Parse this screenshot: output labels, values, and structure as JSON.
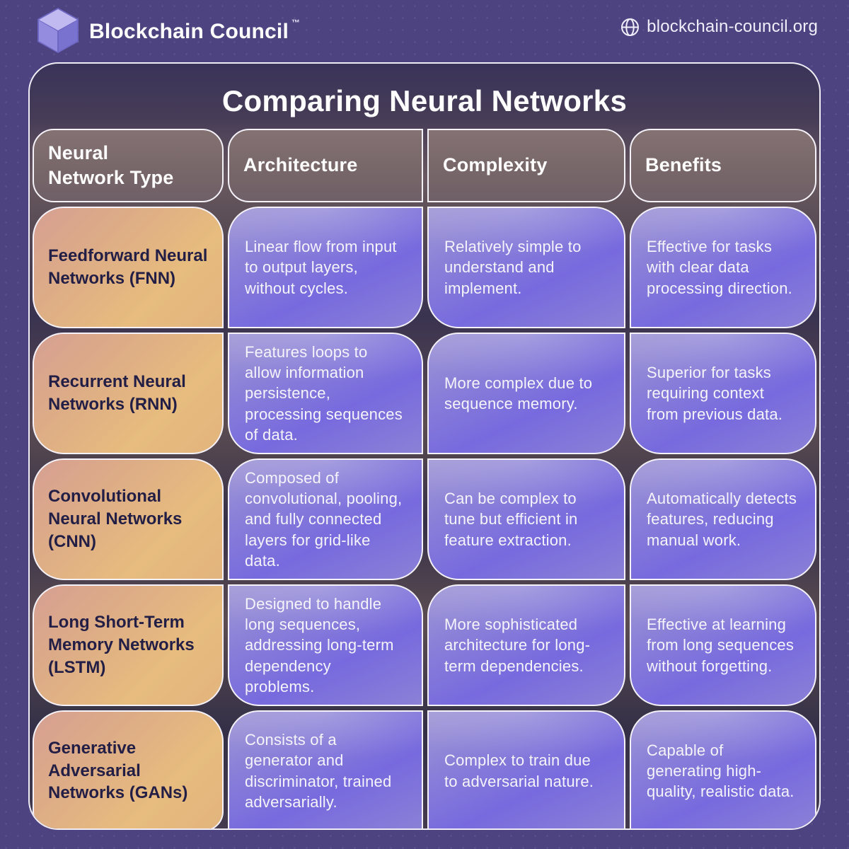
{
  "brand": {
    "name": "Blockchain Council",
    "tm": "™",
    "website": "blockchain-council.org"
  },
  "title": "Comparing Neural Networks",
  "icons": {
    "logo": "cube-icon",
    "website": "globe-icon"
  },
  "colors": {
    "page_background": "#4c4380",
    "card_background_dark": "#363048",
    "card_background_brown": "#5c4d52",
    "header_cell": "#786769",
    "type_cell_orange": "#e7bc7e",
    "type_cell_pink": "#d79f93",
    "data_cell_purple": "#776ade",
    "type_text": "#221e45",
    "body_text": "#f5f3fb",
    "border_white": "#f4f1f8"
  },
  "table": {
    "headers": [
      "Neural\nNetwork Type",
      "Architecture",
      "Complexity",
      "Benefits"
    ],
    "rows": [
      {
        "type": "Feedforward Neural Networks (FNN)",
        "architecture": "Linear flow from input to output layers, without cycles.",
        "complexity": "Relatively simple to understand and implement.",
        "benefits": "Effective for tasks with clear data processing direction."
      },
      {
        "type": "Recurrent Neural Networks (RNN)",
        "architecture": "Features loops to allow information persistence, processing sequences of data.",
        "complexity": "More complex due to sequence memory.",
        "benefits": "Superior for tasks requiring context from previous data."
      },
      {
        "type": "Convolutional Neural Networks (CNN)",
        "architecture": "Composed of convolutional, pooling, and fully connected layers for grid-like data.",
        "complexity": "Can be complex to tune but efficient in feature extraction.",
        "benefits": "Automatically detects features, reducing manual work."
      },
      {
        "type": "Long Short-Term Memory Networks (LSTM)",
        "architecture": "Designed to handle long sequences, addressing long-term dependency problems.",
        "complexity": "More sophisticated architecture for long-term dependencies.",
        "benefits": "Effective at learning from long sequences without forgetting."
      },
      {
        "type": "Generative Adversarial Networks (GANs)",
        "architecture": "Consists of a generator and discriminator, trained adversarially.",
        "complexity": "Complex to train due to adversarial nature.",
        "benefits": "Capable of generating high-quality, realistic data."
      }
    ]
  }
}
